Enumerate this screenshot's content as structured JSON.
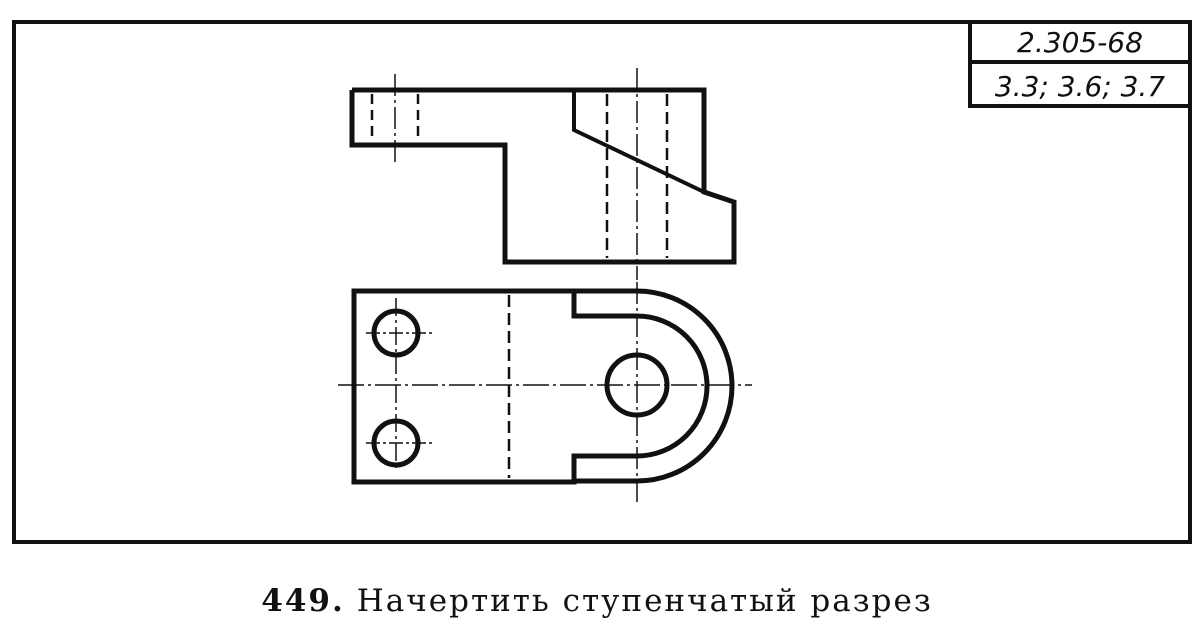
{
  "title_block": {
    "standard": "2.305-68",
    "clauses": "3.3; 3.6; 3.7"
  },
  "caption": {
    "number": "449.",
    "text": "Начертить ступенчатый разрез"
  },
  "colors": {
    "ink": "#111111",
    "paper": "#ffffff"
  }
}
